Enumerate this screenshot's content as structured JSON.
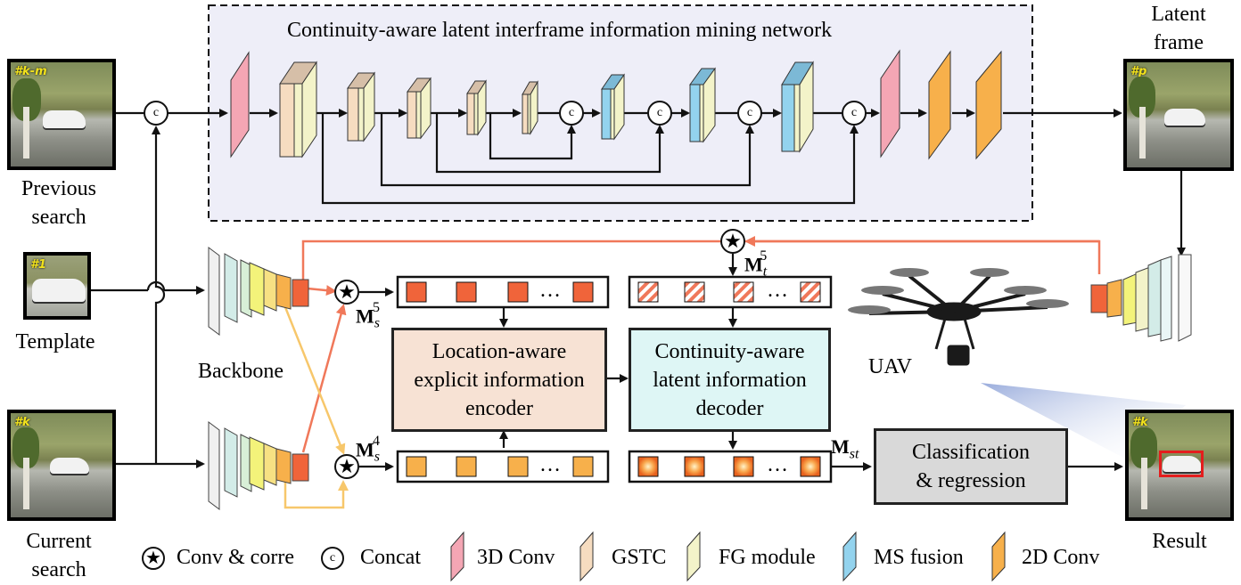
{
  "network_title": "Continuity-aware latent interframe information mining network",
  "inputs": {
    "previous": {
      "tag": "#k-m",
      "label_line1": "Previous",
      "label_line2": "search"
    },
    "template": {
      "tag": "#1",
      "label": "Template"
    },
    "current": {
      "tag": "#k",
      "label_line1": "Current",
      "label_line2": "search"
    }
  },
  "outputs": {
    "latent": {
      "tag": "#p",
      "label_line1": "Latent",
      "label_line2": "frame"
    },
    "result": {
      "tag": "#k",
      "label": "Result"
    }
  },
  "backbone_label": "Backbone",
  "uav_label": "UAV",
  "concat_symbol": "c",
  "conv_corre_symbol": "★",
  "math": {
    "ms5": {
      "base": "M",
      "sub": "s",
      "sup": "5"
    },
    "ms4": {
      "base": "M",
      "sub": "s",
      "sup": "4"
    },
    "mt5": {
      "base": "M",
      "sub": "t",
      "sup": "5"
    },
    "mst": {
      "base": "M",
      "sub": "st"
    }
  },
  "token_ellipsis": "…",
  "encoder": {
    "line1": "Location-aware",
    "line2": "explicit information",
    "line3": "encoder"
  },
  "decoder": {
    "line1": "Continuity-aware",
    "line2": "latent information",
    "line3": "decoder"
  },
  "head": {
    "line1": "Classification",
    "line2": "& regression"
  },
  "legend": [
    {
      "symbol": "★",
      "label": "Conv & corre"
    },
    {
      "symbol": "c",
      "label": "Concat"
    },
    {
      "swatch": "#f4a6b4",
      "label": "3D Conv"
    },
    {
      "swatch": "#f6dcc0",
      "label": "GSTC"
    },
    {
      "swatch": "#f3f3c9",
      "label": "FG module"
    },
    {
      "swatch": "#93d3ee",
      "label": "MS fusion"
    },
    {
      "swatch": "#f7b04b",
      "label": "2D Conv"
    }
  ],
  "colors": {
    "conv3d": "#f4a6b4",
    "gstc": "#f6dcc0",
    "fg": "#f3f3c9",
    "ms": "#93d3ee",
    "conv2d": "#f7b04b",
    "red_arrow": "#f0785a",
    "yellow_arrow": "#f7c76b",
    "encoder_bg": "#f7e2d4",
    "decoder_bg": "#def6f5",
    "head_bg": "#d9d9d9",
    "network_bg": "#eeeef8"
  }
}
